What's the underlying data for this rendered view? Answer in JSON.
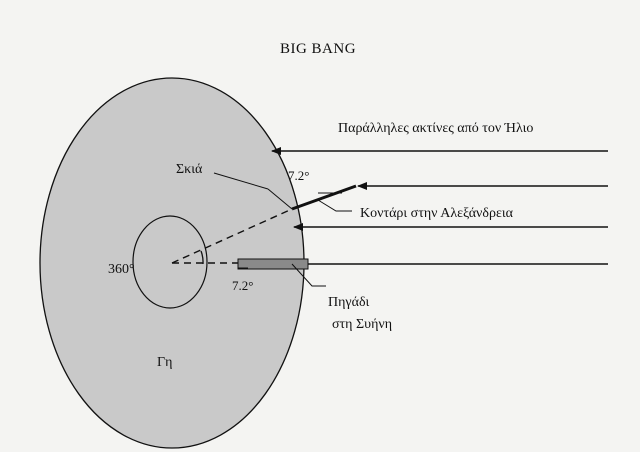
{
  "header": {
    "title": "BIG BANG"
  },
  "diagram": {
    "labels": {
      "sun_rays": "Παράλληλες ακτίνες από τον Ήλιο",
      "shadow": "Σκιά",
      "angle_top": "7.2°",
      "pole": "Κοντάρι στην Αλεξάνδρεια",
      "full_circle": "360°",
      "angle_center": "7.2°",
      "well_line1": "Πηγάδι",
      "well_line2": "στη Συήνη",
      "earth": "Γη"
    },
    "colors": {
      "earth_fill": "#c9c9c9",
      "stroke": "#111111",
      "page": "#f4f4f2"
    },
    "icons": [
      "ray-arrow-icon"
    ]
  }
}
